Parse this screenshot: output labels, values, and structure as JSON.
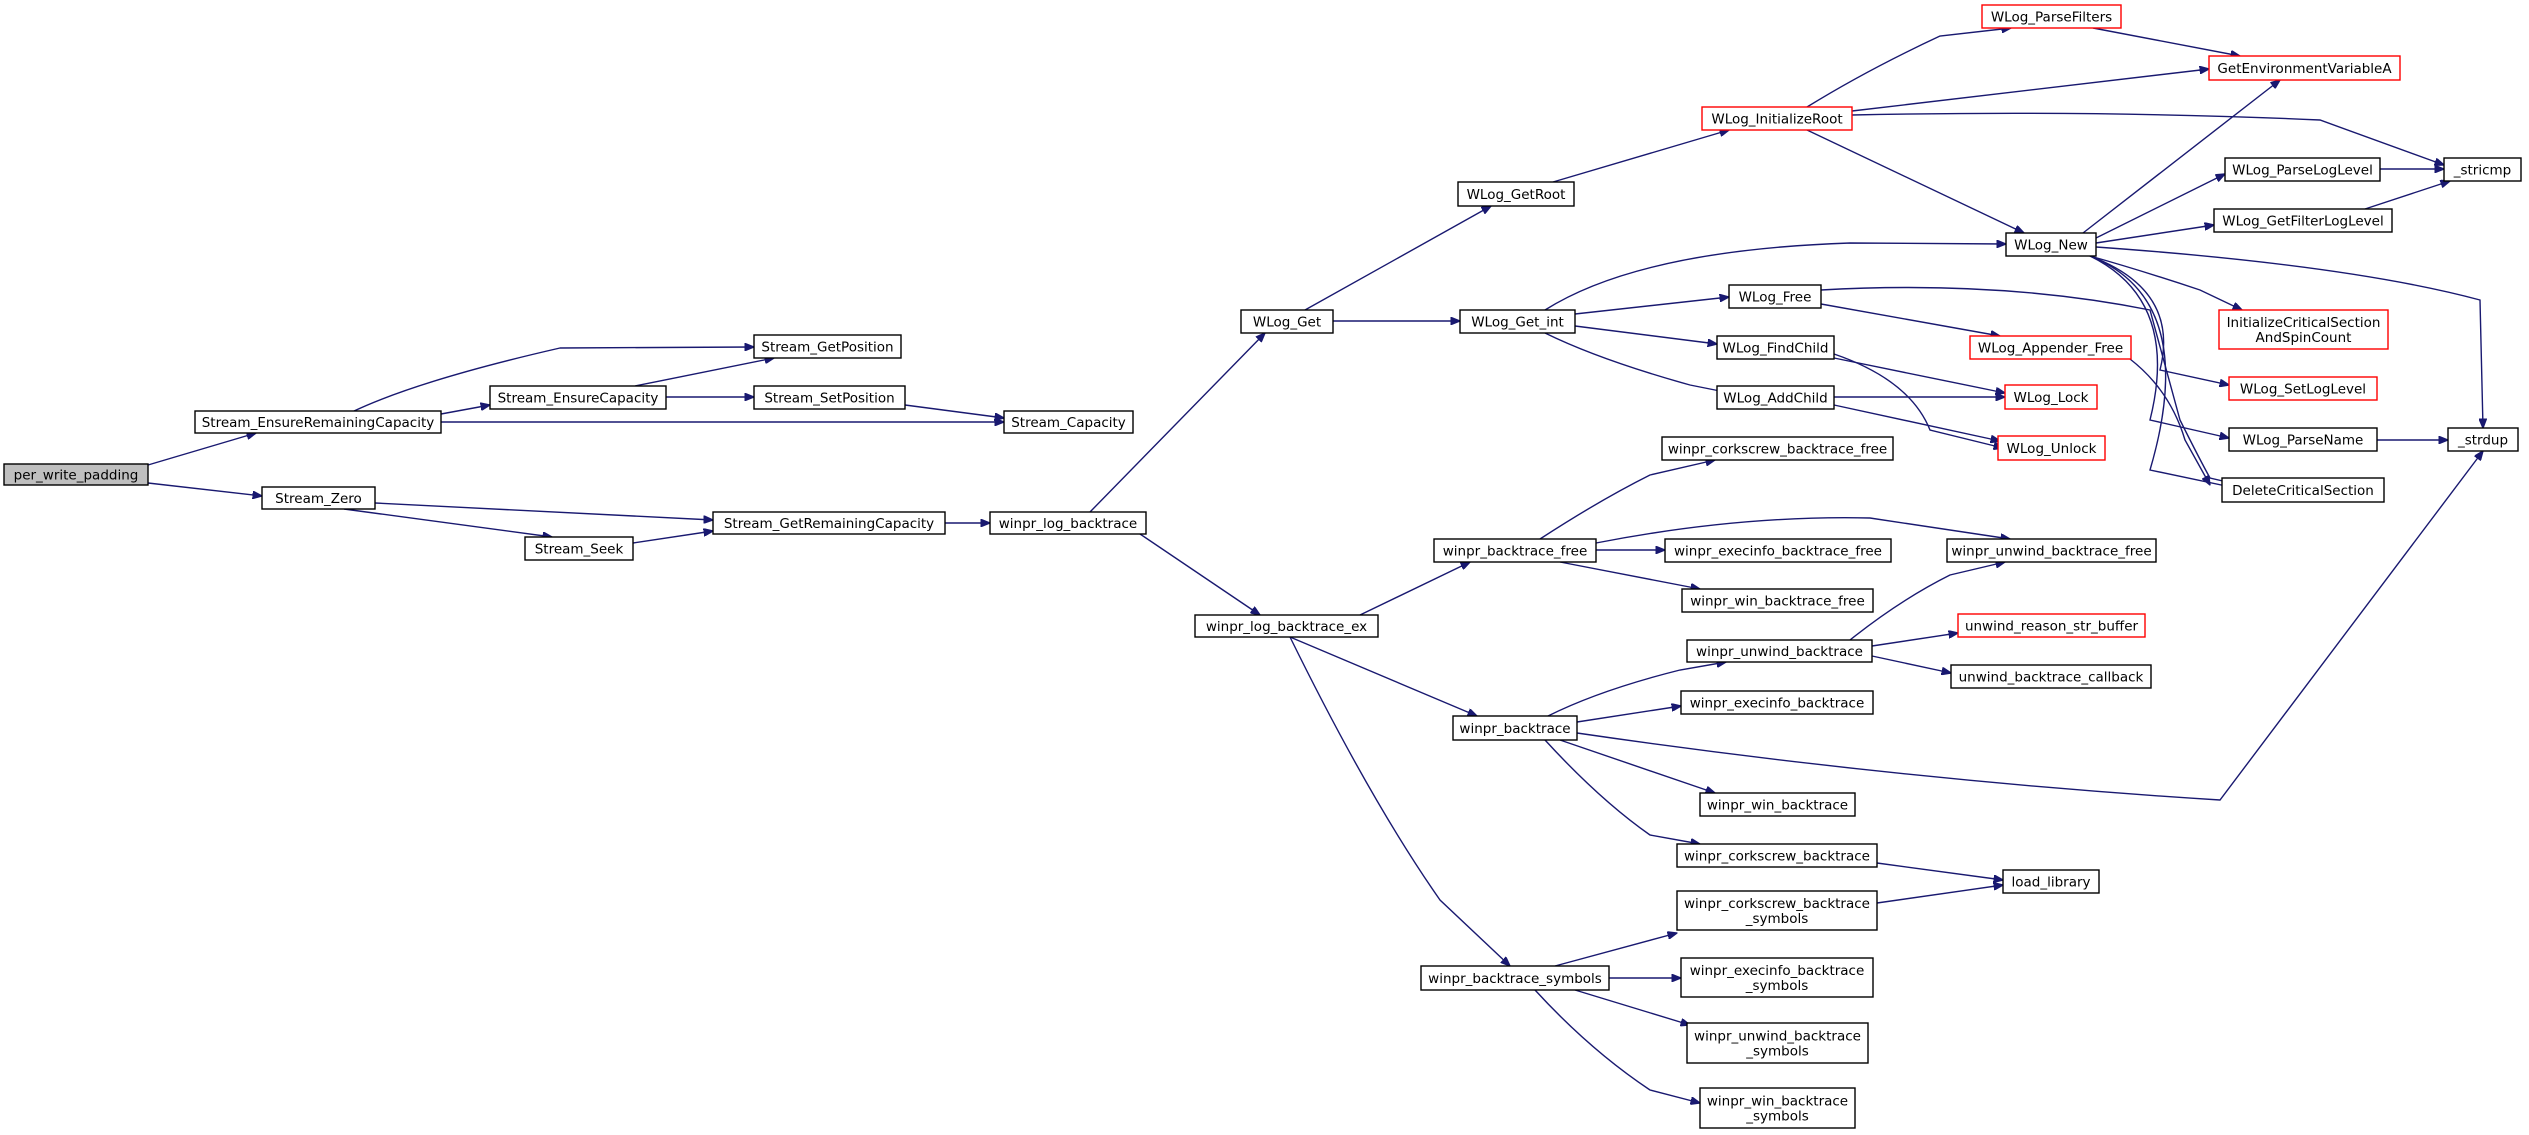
{
  "graph": {
    "title": "",
    "edge_color": "#191970",
    "node_border_color": "#000000",
    "truncated_node_border_color": "#ff0000",
    "root_fill_color": "#bfbfbf",
    "nodes": [
      {
        "id": "per_write_padding",
        "lines": [
          "per_write_padding"
        ],
        "root": true
      },
      {
        "id": "Stream_EnsureRemainingCapacity",
        "lines": [
          "Stream_EnsureRemainingCapacity"
        ]
      },
      {
        "id": "Stream_Zero",
        "lines": [
          "Stream_Zero"
        ]
      },
      {
        "id": "Stream_GetPosition",
        "lines": [
          "Stream_GetPosition"
        ]
      },
      {
        "id": "Stream_EnsureCapacity",
        "lines": [
          "Stream_EnsureCapacity"
        ]
      },
      {
        "id": "Stream_SetPosition",
        "lines": [
          "Stream_SetPosition"
        ]
      },
      {
        "id": "Stream_Capacity",
        "lines": [
          "Stream_Capacity"
        ]
      },
      {
        "id": "Stream_GetRemainingCapacity",
        "lines": [
          "Stream_GetRemainingCapacity"
        ]
      },
      {
        "id": "Stream_Seek",
        "lines": [
          "Stream_Seek"
        ]
      },
      {
        "id": "winpr_log_backtrace",
        "lines": [
          "winpr_log_backtrace"
        ]
      },
      {
        "id": "WLog_Get",
        "lines": [
          "WLog_Get"
        ]
      },
      {
        "id": "winpr_log_backtrace_ex",
        "lines": [
          "winpr_log_backtrace_ex"
        ]
      },
      {
        "id": "WLog_GetRoot",
        "lines": [
          "WLog_GetRoot"
        ]
      },
      {
        "id": "WLog_Get_int",
        "lines": [
          "WLog_Get_int"
        ]
      },
      {
        "id": "WLog_InitializeRoot",
        "lines": [
          "WLog_InitializeRoot"
        ],
        "red": true
      },
      {
        "id": "WLog_ParseFilters",
        "lines": [
          "WLog_ParseFilters"
        ],
        "red": true
      },
      {
        "id": "GetEnvironmentVariableA",
        "lines": [
          "GetEnvironmentVariableA"
        ],
        "red": true
      },
      {
        "id": "_stricmp",
        "lines": [
          "_stricmp"
        ]
      },
      {
        "id": "WLog_New",
        "lines": [
          "WLog_New"
        ]
      },
      {
        "id": "WLog_ParseLogLevel",
        "lines": [
          "WLog_ParseLogLevel"
        ]
      },
      {
        "id": "WLog_GetFilterLogLevel",
        "lines": [
          "WLog_GetFilterLogLevel"
        ]
      },
      {
        "id": "WLog_Free",
        "lines": [
          "WLog_Free"
        ]
      },
      {
        "id": "WLog_FindChild",
        "lines": [
          "WLog_FindChild"
        ]
      },
      {
        "id": "WLog_AddChild",
        "lines": [
          "WLog_AddChild"
        ]
      },
      {
        "id": "WLog_Appender_Free",
        "lines": [
          "WLog_Appender_Free"
        ],
        "red": true
      },
      {
        "id": "WLog_Lock",
        "lines": [
          "WLog_Lock"
        ],
        "red": true
      },
      {
        "id": "WLog_Unlock",
        "lines": [
          "WLog_Unlock"
        ],
        "red": true
      },
      {
        "id": "InitializeCriticalSectionAndSpinCount",
        "lines": [
          "InitializeCriticalSection",
          "AndSpinCount"
        ],
        "red": true
      },
      {
        "id": "WLog_SetLogLevel",
        "lines": [
          "WLog_SetLogLevel"
        ],
        "red": true
      },
      {
        "id": "WLog_ParseName",
        "lines": [
          "WLog_ParseName"
        ]
      },
      {
        "id": "_strdup",
        "lines": [
          "_strdup"
        ]
      },
      {
        "id": "DeleteCriticalSection",
        "lines": [
          "DeleteCriticalSection"
        ]
      },
      {
        "id": "winpr_corkscrew_backtrace_free",
        "lines": [
          "winpr_corkscrew_backtrace_free"
        ]
      },
      {
        "id": "winpr_backtrace_free",
        "lines": [
          "winpr_backtrace_free"
        ]
      },
      {
        "id": "winpr_execinfo_backtrace_free",
        "lines": [
          "winpr_execinfo_backtrace_free"
        ]
      },
      {
        "id": "winpr_unwind_backtrace_free",
        "lines": [
          "winpr_unwind_backtrace_free"
        ]
      },
      {
        "id": "winpr_win_backtrace_free",
        "lines": [
          "winpr_win_backtrace_free"
        ]
      },
      {
        "id": "winpr_unwind_backtrace",
        "lines": [
          "winpr_unwind_backtrace"
        ]
      },
      {
        "id": "unwind_reason_str_buffer",
        "lines": [
          "unwind_reason_str_buffer"
        ],
        "red": true
      },
      {
        "id": "unwind_backtrace_callback",
        "lines": [
          "unwind_backtrace_callback"
        ]
      },
      {
        "id": "winpr_backtrace",
        "lines": [
          "winpr_backtrace"
        ]
      },
      {
        "id": "winpr_execinfo_backtrace",
        "lines": [
          "winpr_execinfo_backtrace"
        ]
      },
      {
        "id": "winpr_win_backtrace",
        "lines": [
          "winpr_win_backtrace"
        ]
      },
      {
        "id": "winpr_corkscrew_backtrace",
        "lines": [
          "winpr_corkscrew_backtrace"
        ]
      },
      {
        "id": "load_library",
        "lines": [
          "load_library"
        ]
      },
      {
        "id": "winpr_backtrace_symbols",
        "lines": [
          "winpr_backtrace_symbols"
        ]
      },
      {
        "id": "winpr_corkscrew_backtrace_symbols",
        "lines": [
          "winpr_corkscrew_backtrace",
          "_symbols"
        ]
      },
      {
        "id": "winpr_execinfo_backtrace_symbols",
        "lines": [
          "winpr_execinfo_backtrace",
          "_symbols"
        ]
      },
      {
        "id": "winpr_unwind_backtrace_symbols",
        "lines": [
          "winpr_unwind_backtrace",
          "_symbols"
        ]
      },
      {
        "id": "winpr_win_backtrace_symbols",
        "lines": [
          "winpr_win_backtrace",
          "_symbols"
        ]
      }
    ],
    "edges": [
      [
        "per_write_padding",
        "Stream_EnsureRemainingCapacity"
      ],
      [
        "per_write_padding",
        "Stream_Zero"
      ],
      [
        "Stream_EnsureRemainingCapacity",
        "Stream_GetPosition"
      ],
      [
        "Stream_EnsureRemainingCapacity",
        "Stream_EnsureCapacity"
      ],
      [
        "Stream_EnsureRemainingCapacity",
        "Stream_Capacity"
      ],
      [
        "Stream_EnsureCapacity",
        "Stream_GetPosition"
      ],
      [
        "Stream_EnsureCapacity",
        "Stream_SetPosition"
      ],
      [
        "Stream_SetPosition",
        "Stream_Capacity"
      ],
      [
        "Stream_Zero",
        "Stream_GetRemainingCapacity"
      ],
      [
        "Stream_Zero",
        "Stream_Seek"
      ],
      [
        "Stream_Seek",
        "Stream_GetRemainingCapacity"
      ],
      [
        "Stream_GetRemainingCapacity",
        "winpr_log_backtrace"
      ],
      [
        "winpr_log_backtrace",
        "WLog_Get"
      ],
      [
        "winpr_log_backtrace",
        "winpr_log_backtrace_ex"
      ],
      [
        "WLog_Get",
        "WLog_GetRoot"
      ],
      [
        "WLog_Get",
        "WLog_Get_int"
      ],
      [
        "WLog_GetRoot",
        "WLog_InitializeRoot"
      ],
      [
        "WLog_InitializeRoot",
        "WLog_ParseFilters"
      ],
      [
        "WLog_InitializeRoot",
        "GetEnvironmentVariableA"
      ],
      [
        "WLog_InitializeRoot",
        "_stricmp"
      ],
      [
        "WLog_InitializeRoot",
        "WLog_New"
      ],
      [
        "WLog_ParseFilters",
        "GetEnvironmentVariableA"
      ],
      [
        "WLog_Get_int",
        "WLog_New"
      ],
      [
        "WLog_Get_int",
        "WLog_Free"
      ],
      [
        "WLog_Get_int",
        "WLog_FindChild"
      ],
      [
        "WLog_Get_int",
        "WLog_AddChild"
      ],
      [
        "WLog_New",
        "GetEnvironmentVariableA"
      ],
      [
        "WLog_New",
        "WLog_ParseLogLevel"
      ],
      [
        "WLog_New",
        "WLog_GetFilterLogLevel"
      ],
      [
        "WLog_New",
        "InitializeCriticalSectionAndSpinCount"
      ],
      [
        "WLog_New",
        "WLog_SetLogLevel"
      ],
      [
        "WLog_New",
        "WLog_ParseName"
      ],
      [
        "WLog_New",
        "DeleteCriticalSection"
      ],
      [
        "WLog_New",
        "_strdup"
      ],
      [
        "WLog_ParseLogLevel",
        "_stricmp"
      ],
      [
        "WLog_GetFilterLogLevel",
        "_stricmp"
      ],
      [
        "WLog_ParseName",
        "_strdup"
      ],
      [
        "WLog_Free",
        "WLog_Appender_Free"
      ],
      [
        "WLog_Free",
        "DeleteCriticalSection"
      ],
      [
        "WLog_Appender_Free",
        "DeleteCriticalSection"
      ],
      [
        "WLog_FindChild",
        "WLog_Lock"
      ],
      [
        "WLog_FindChild",
        "WLog_Unlock"
      ],
      [
        "WLog_AddChild",
        "WLog_Lock"
      ],
      [
        "WLog_AddChild",
        "WLog_Unlock"
      ],
      [
        "winpr_log_backtrace_ex",
        "winpr_backtrace_free"
      ],
      [
        "winpr_log_backtrace_ex",
        "winpr_backtrace"
      ],
      [
        "winpr_log_backtrace_ex",
        "winpr_backtrace_symbols"
      ],
      [
        "winpr_backtrace_free",
        "winpr_corkscrew_backtrace_free"
      ],
      [
        "winpr_backtrace_free",
        "winpr_execinfo_backtrace_free"
      ],
      [
        "winpr_backtrace_free",
        "winpr_unwind_backtrace_free"
      ],
      [
        "winpr_backtrace_free",
        "winpr_win_backtrace_free"
      ],
      [
        "winpr_backtrace",
        "winpr_unwind_backtrace"
      ],
      [
        "winpr_backtrace",
        "winpr_execinfo_backtrace"
      ],
      [
        "winpr_backtrace",
        "_strdup"
      ],
      [
        "winpr_backtrace",
        "winpr_win_backtrace"
      ],
      [
        "winpr_backtrace",
        "winpr_corkscrew_backtrace"
      ],
      [
        "winpr_unwind_backtrace",
        "winpr_unwind_backtrace_free"
      ],
      [
        "winpr_unwind_backtrace",
        "unwind_reason_str_buffer"
      ],
      [
        "winpr_unwind_backtrace",
        "unwind_backtrace_callback"
      ],
      [
        "winpr_corkscrew_backtrace",
        "load_library"
      ],
      [
        "winpr_backtrace_symbols",
        "winpr_corkscrew_backtrace_symbols"
      ],
      [
        "winpr_backtrace_symbols",
        "winpr_execinfo_backtrace_symbols"
      ],
      [
        "winpr_backtrace_symbols",
        "winpr_unwind_backtrace_symbols"
      ],
      [
        "winpr_backtrace_symbols",
        "winpr_win_backtrace_symbols"
      ],
      [
        "winpr_corkscrew_backtrace_symbols",
        "load_library"
      ]
    ]
  }
}
